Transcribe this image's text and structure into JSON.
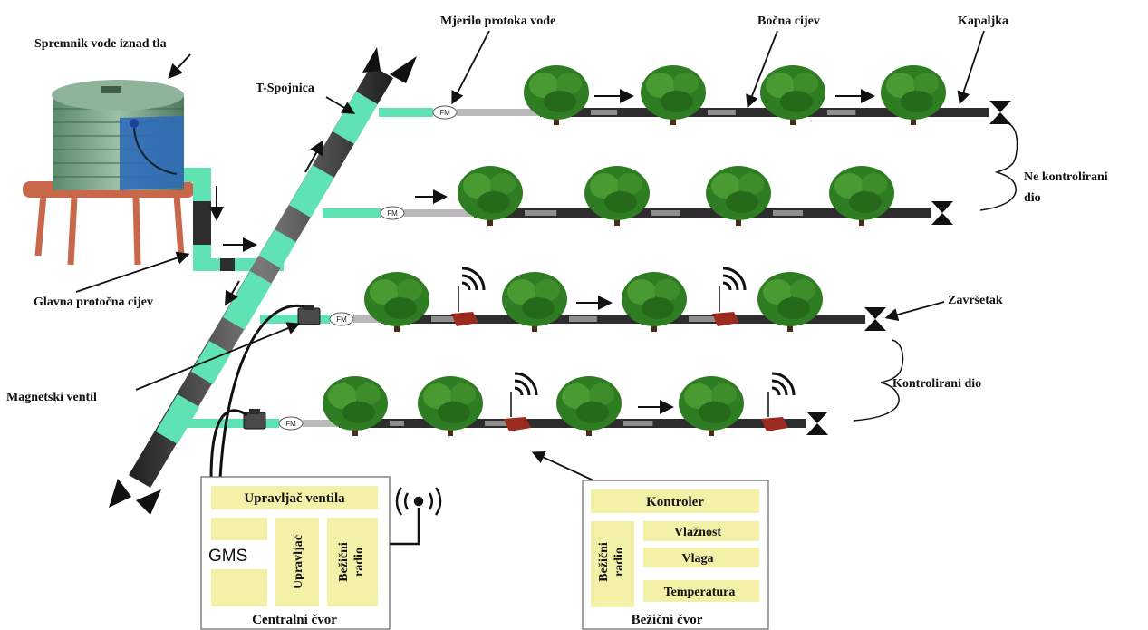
{
  "labels": {
    "tank": "Spremnik vode iznad tla",
    "flow_meter": "Mjerilo protoka vode",
    "lateral_pipe": "Bočna cijev",
    "dripper": "Kapaljka",
    "t_junction": "T-Spojnica",
    "main_pipe": "Glavna protočna cijev",
    "solenoid_valve": "Magnetski ventil",
    "uncontrolled_line1": "Ne kontrolirani",
    "uncontrolled_line2": "dio",
    "end_cap": "Završetak",
    "controlled": "Kontrolirani dio"
  },
  "flow_meter_tag": "FM",
  "central_node": {
    "title": "Upravljač ventila",
    "gms": "GMS",
    "controller": "Upravljač",
    "radio_line1": "Bežični",
    "radio_line2": "radio",
    "caption": "Centralni čvor"
  },
  "wireless_node": {
    "title": "Kontroler",
    "radio_line1": "Bežični",
    "radio_line2": "radio",
    "humidity": "Vlažnost",
    "moisture": "Vlaga",
    "temperature": "Temperatura",
    "caption": "Bežični čvor"
  },
  "colors": {
    "pipe_green": "#5fe3b3",
    "pipe_dark": "#2d2d2d",
    "pipe_gray": "#8f8f8f",
    "box_fill": "#f3f0a8",
    "sensor_red": "#9b2a1f",
    "tree_green": "#2f7d22",
    "tank_green": "#6f9a7a",
    "water_blue": "#2f6db8"
  }
}
